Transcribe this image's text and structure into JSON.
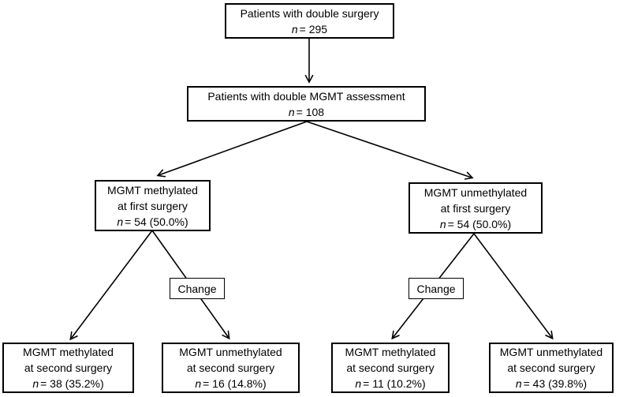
{
  "nodes": {
    "surgery": {
      "line1": "Patients with double surgery",
      "n": "n",
      "value": "= 295"
    },
    "assessment": {
      "line1": "Patients with double MGMT assessment",
      "n": "n",
      "value": "= 108"
    },
    "methylated_first": {
      "line1": "MGMT methylated",
      "line2": "at first surgery",
      "n": "n",
      "value": "= 54 (50.0%)"
    },
    "unmethylated_first": {
      "line1": "MGMT unmethylated",
      "line2": "at first surgery",
      "n": "n",
      "value": "= 54 (50.0%)"
    },
    "change_left": {
      "label": "Change"
    },
    "change_right": {
      "label": "Change"
    },
    "methylated_second_left": {
      "line1": "MGMT methylated",
      "line2": "at second surgery",
      "n": "n",
      "value": "= 38 (35.2%)"
    },
    "unmethylated_second_left": {
      "line1": "MGMT unmethylated",
      "line2": "at second surgery",
      "n": "n",
      "value": "= 16 (14.8%)"
    },
    "methylated_second_right": {
      "line1": "MGMT methylated",
      "line2": "at second surgery",
      "n": "n",
      "value": "= 11 (10.2%)"
    },
    "unmethylated_second_right": {
      "line1": "MGMT unmethylated",
      "line2": "at second surgery",
      "n": "n",
      "value": "= 43 (39.8%)"
    }
  },
  "colors": {
    "ink": "#000000",
    "background": "#ffffff"
  }
}
